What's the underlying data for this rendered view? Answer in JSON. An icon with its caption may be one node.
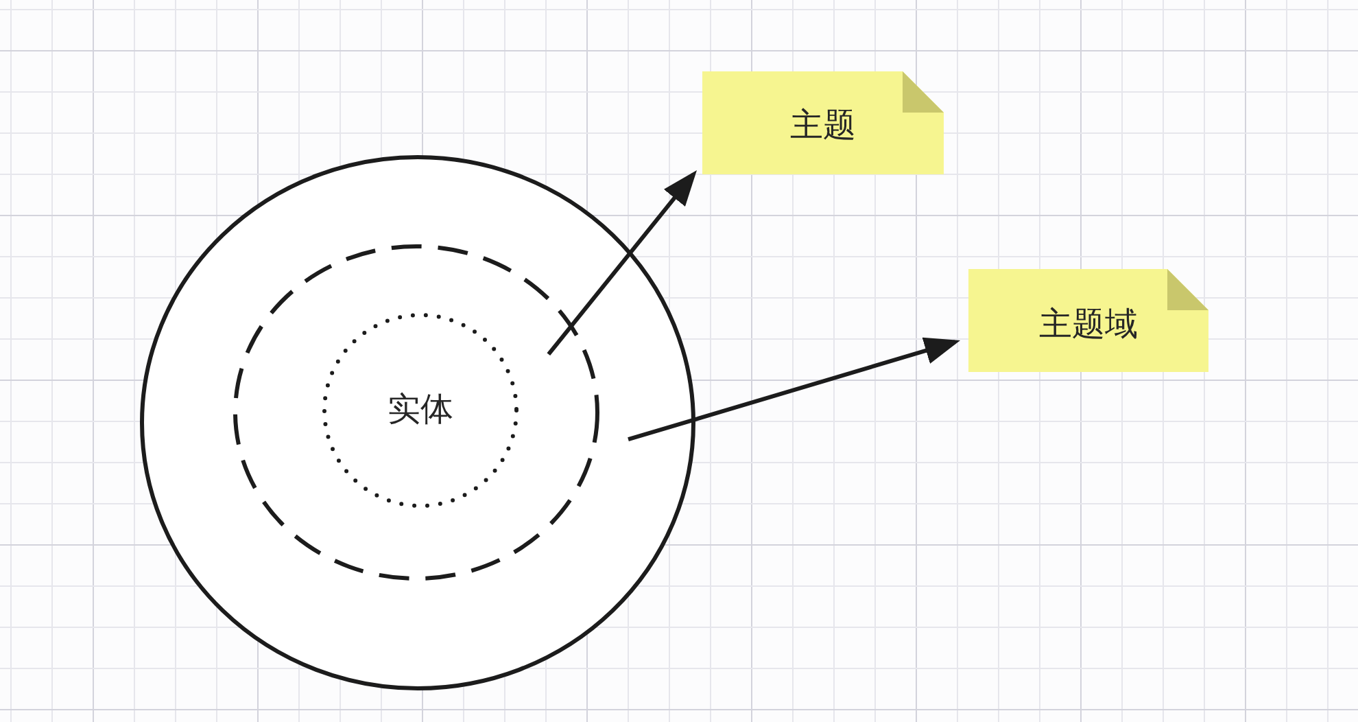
{
  "diagram": {
    "nodes": [
      {
        "text": [],
        "shape": "circle"
      },
      {
        "text": [],
        "shape": "circle",
        "in": 0
      },
      {
        "text": [
          "实体"
        ],
        "in": 1
      },
      {
        "text": [
          "主题"
        ]
      },
      {
        "text": [
          "主题域"
        ]
      }
    ],
    "edges": [
      {
        "from": 1,
        "to": 3,
        "arrow": "to"
      },
      {
        "from": 0,
        "to": 4,
        "arrow": "to"
      }
    ]
  }
}
